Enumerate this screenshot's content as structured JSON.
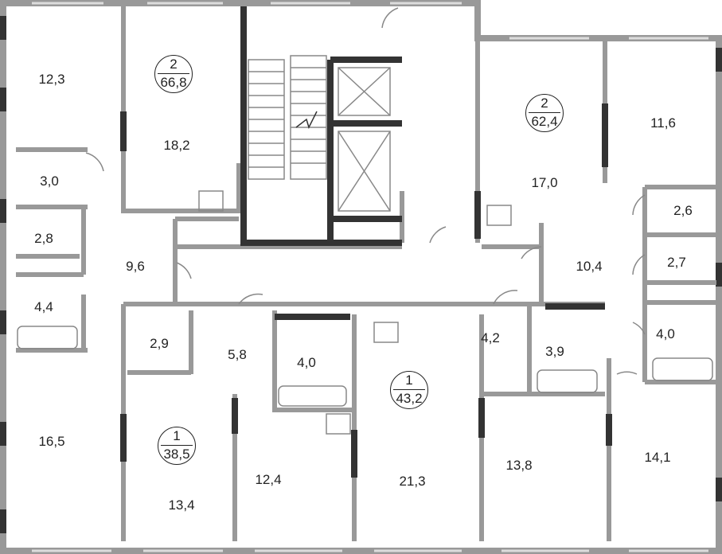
{
  "title": "Floor plan",
  "colors": {
    "wall": "#999999",
    "dark_wall": "#333333",
    "text": "#222222"
  },
  "apartments": [
    {
      "rooms": "2",
      "area": "66,8"
    },
    {
      "rooms": "2",
      "area": "62,4"
    },
    {
      "rooms": "1",
      "area": "38,5"
    },
    {
      "rooms": "1",
      "area": "43,2"
    }
  ],
  "room_areas": [
    "12,3",
    "18,2",
    "3,0",
    "2,8",
    "9,6",
    "4,4",
    "2,9",
    "5,8",
    "4,0",
    "16,5",
    "13,4",
    "12,4",
    "21,3",
    "4,2",
    "3,9",
    "13,8",
    "14,1",
    "17,0",
    "11,6",
    "2,6",
    "10,4",
    "2,7",
    "4,0"
  ]
}
